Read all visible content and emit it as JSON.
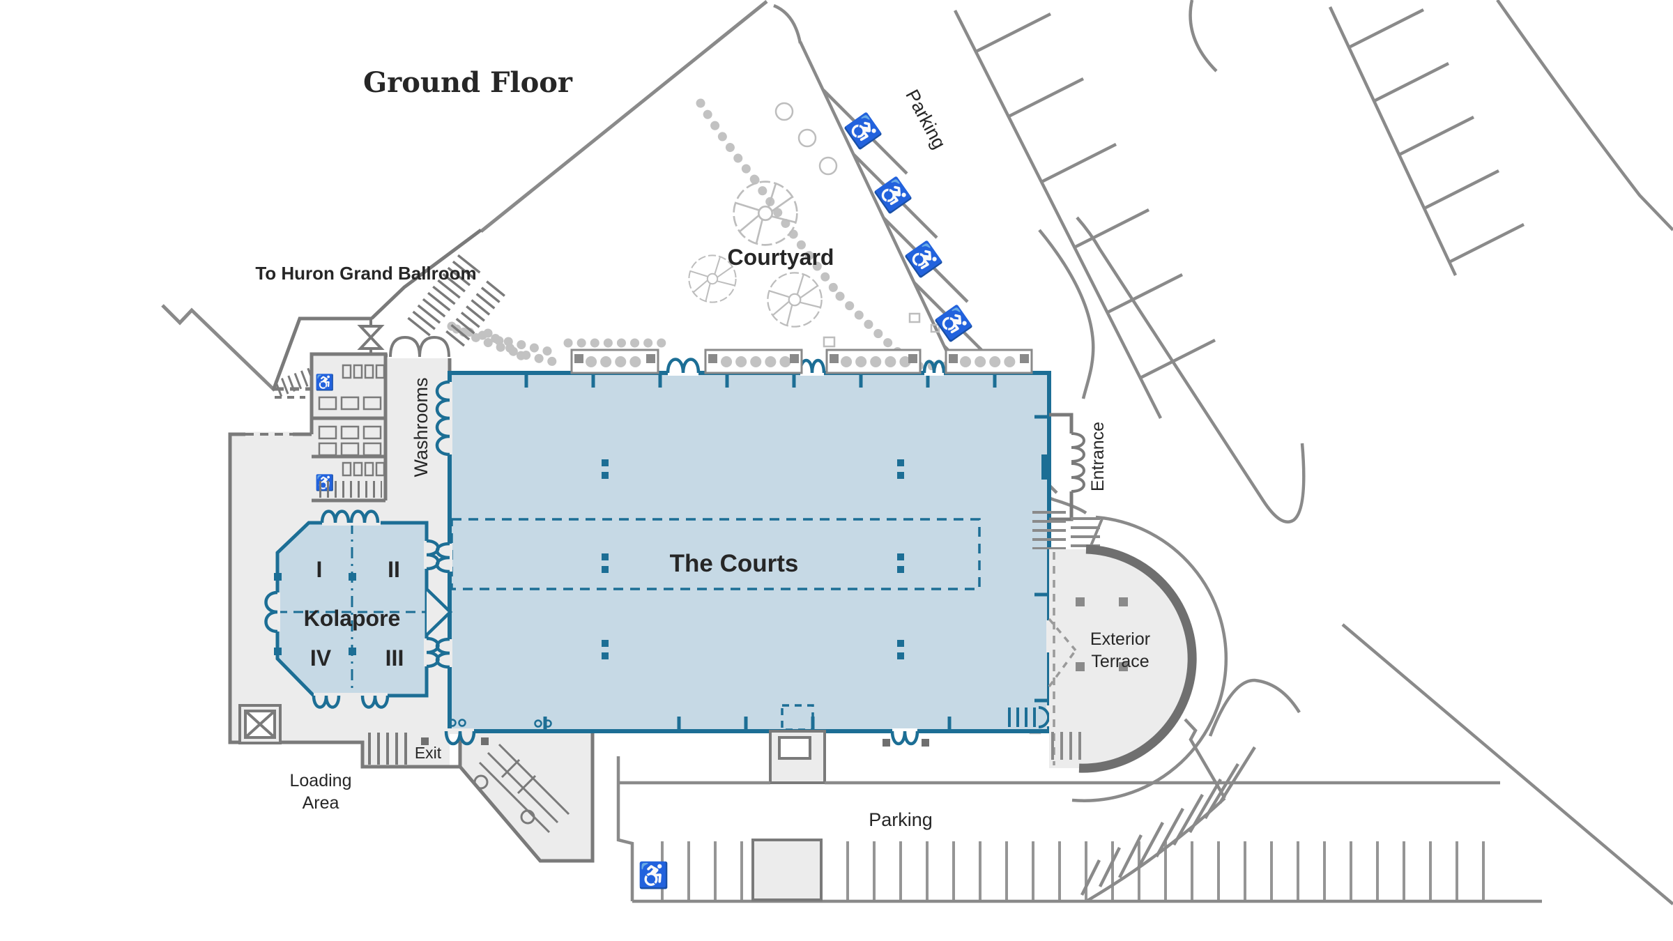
{
  "title": "Ground Floor",
  "colors": {
    "teal": "#1c6e95",
    "room_fill": "#c6d9e5",
    "wall_grey": "#7a7a7a",
    "road_grey": "#8a8a8a",
    "area_grey": "#ececec",
    "garden_grey": "#bdbdbd",
    "text": "#262626"
  },
  "labels": {
    "ballroom": "To Huron Grand Ballroom",
    "courtyard": "Courtyard",
    "parking_top": "Parking",
    "washrooms": "Washrooms",
    "entrance": "Entrance",
    "courts": "The Courts",
    "kolapore": "Kolapore",
    "rooms": [
      "I",
      "II",
      "III",
      "IV"
    ],
    "terrace_line1": "Exterior",
    "terrace_line2": "Terrace",
    "exit": "Exit",
    "loading_line1": "Loading",
    "loading_line2": "Area",
    "parking_bottom": "Parking"
  }
}
